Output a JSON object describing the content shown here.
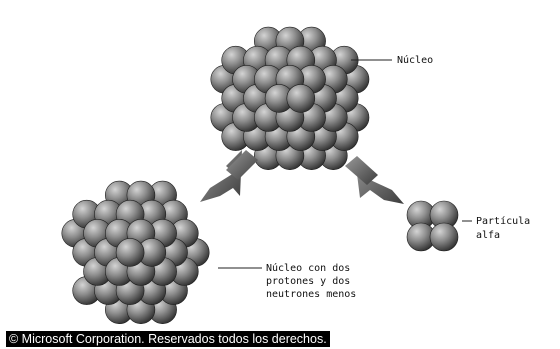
{
  "labels": {
    "nucleus": "Núcleo",
    "daughter_line1": "Núcleo con dos",
    "daughter_line2": "protones y dos",
    "daughter_line3": "neutrones menos",
    "alpha_line1": "Partícula",
    "alpha_line2": "alfa"
  },
  "copyright": "© Microsoft Corporation. Reservados todos los derechos.",
  "colors": {
    "background": "#ffffff",
    "sphere_light": "#c8c8c8",
    "sphere_mid": "#8a8a8a",
    "sphere_dark": "#3a3a3a",
    "arrow": "#5a5a5a"
  },
  "icons": [
    "parent-nucleus-cluster",
    "daughter-nucleus-cluster",
    "alpha-particle-cluster",
    "decay-arrow-left",
    "decay-arrow-right"
  ]
}
